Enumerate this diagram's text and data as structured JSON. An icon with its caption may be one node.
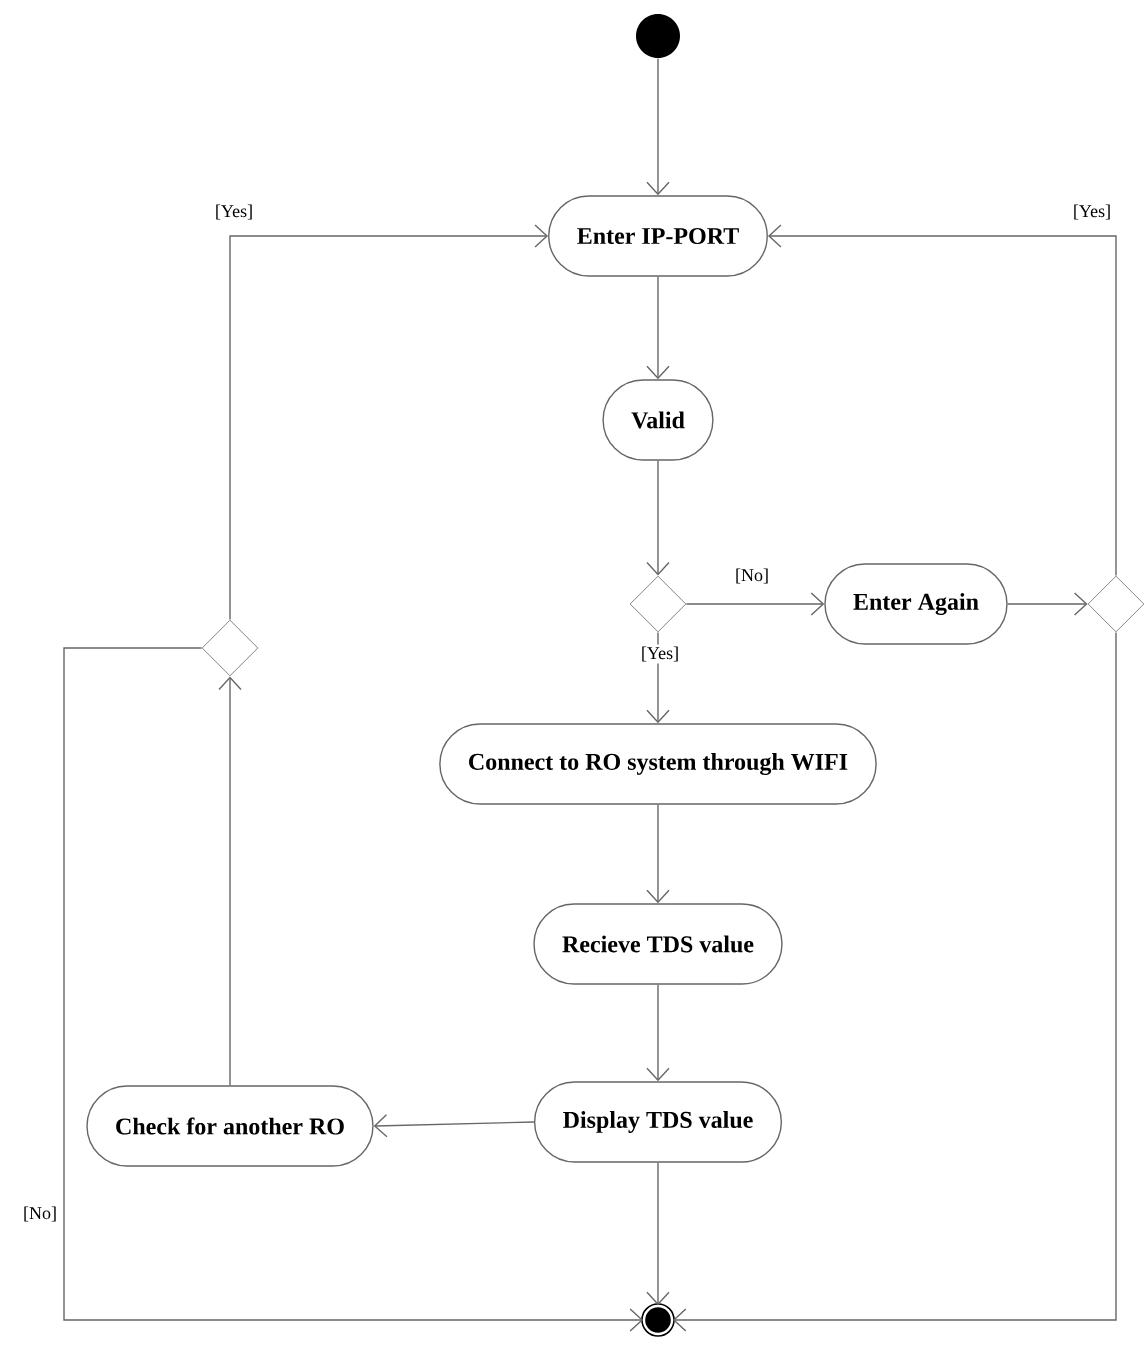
{
  "diagram": {
    "nodes": [
      {
        "text": [],
        "shape": "circle"
      },
      {
        "text": [
          "Enter IP-PORT"
        ]
      },
      {
        "text": [
          "Valid"
        ]
      },
      {
        "text": [],
        "shape": "diamond"
      },
      {
        "text": [
          "Enter Again"
        ]
      },
      {
        "text": [
          "Connect to RO system through WIFI"
        ]
      },
      {
        "text": [
          "Recieve TDS value"
        ]
      },
      {
        "text": [
          "Display TDS value"
        ]
      },
      {
        "text": [
          "Check for another RO"
        ]
      },
      {
        "text": [],
        "shape": "diamond"
      },
      {
        "text": [],
        "shape": "diamond"
      },
      {
        "text": [],
        "shape": "bullseye"
      }
    ],
    "edges": [
      {
        "from": 0,
        "to": 1,
        "arrow": "to"
      },
      {
        "from": 1,
        "to": 2,
        "arrow": "to"
      },
      {
        "from": 2,
        "to": 3,
        "arrow": "to"
      },
      {
        "from": 3,
        "to": 4,
        "arrow": "to",
        "label": "[No]"
      },
      {
        "from": 3,
        "to": 5,
        "arrow": "to",
        "label": "[Yes]"
      },
      {
        "from": 4,
        "to": 10,
        "arrow": "to"
      },
      {
        "from": 10,
        "to": 1,
        "arrow": "to",
        "label": "[Yes]"
      },
      {
        "from": 5,
        "to": 6,
        "arrow": "to"
      },
      {
        "from": 6,
        "to": 7,
        "arrow": "to"
      },
      {
        "from": 7,
        "to": 8,
        "arrow": "to"
      },
      {
        "from": 8,
        "to": 9,
        "arrow": "to"
      },
      {
        "from": 9,
        "to": 1,
        "arrow": "to",
        "label": "[Yes]"
      },
      {
        "from": 9,
        "to": 11,
        "arrow": "to",
        "label": "[No]"
      },
      {
        "from": 7,
        "to": 11,
        "arrow": "to"
      },
      {
        "from": 10,
        "to": 11,
        "arrow": "to"
      }
    ]
  }
}
